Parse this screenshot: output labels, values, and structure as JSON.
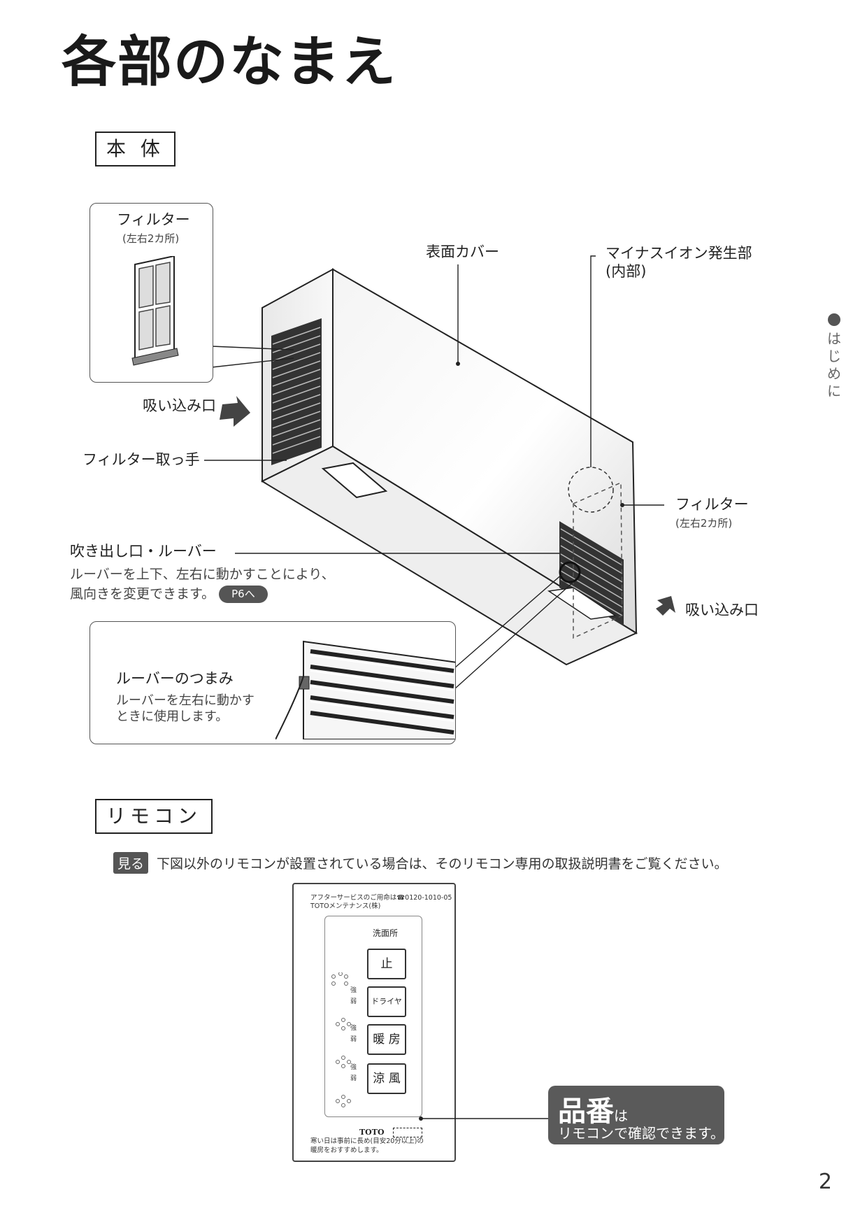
{
  "page_title": "各部のなまえ",
  "side_tab": {
    "chars": [
      "は",
      "じ",
      "め",
      "に"
    ]
  },
  "page_number": "2",
  "body_section": {
    "heading": "本 体",
    "labels": {
      "filter_top": "フィルター",
      "filter_top_sub": "(左右2カ所)",
      "surface_cover": "表面カバー",
      "ion_generator": "マイナスイオン発生部",
      "ion_generator_sub": "(内部)",
      "intake_left": "吸い込み口",
      "filter_handle": "フィルター取っ手",
      "filter_right": "フィルター",
      "filter_right_sub": "(左右2カ所)",
      "outlet_louver": "吹き出し口・ルーバー",
      "outlet_desc_1": "ルーバーを上下、左右に動かすことにより、",
      "outlet_desc_2": "風向きを変更できます。",
      "page_ref": "P6へ",
      "intake_right": "吸い込み口",
      "louver_knob": "ルーバーのつまみ",
      "louver_knob_desc_1": "ルーバーを左右に動かす",
      "louver_knob_desc_2": "ときに使用します。"
    }
  },
  "remote_section": {
    "heading": "リモコン",
    "note_badge": "見る",
    "note_text": "下図以外のリモコンが設置されている場合は、そのリモコン専用の取扱説明書をご覧ください。",
    "remote": {
      "top_line_1": "アフターサービスのご用命は☎0120-1010-05",
      "top_line_2": "TOTOメンテナンス(株)",
      "room": "洗面所",
      "buttons": [
        "止",
        "ドライヤー",
        "暖 房",
        "涼 風"
      ],
      "level_strong": "強",
      "level_weak": "弱",
      "brand": "TOTO",
      "bottom_line_1": "寒い日は事前に長め(目安20分以上)の",
      "bottom_line_2": "暖房をおすすめします。"
    },
    "product_code_box": {
      "big": "品番",
      "particle": "は",
      "line2": "リモコンで確認できます。"
    }
  }
}
